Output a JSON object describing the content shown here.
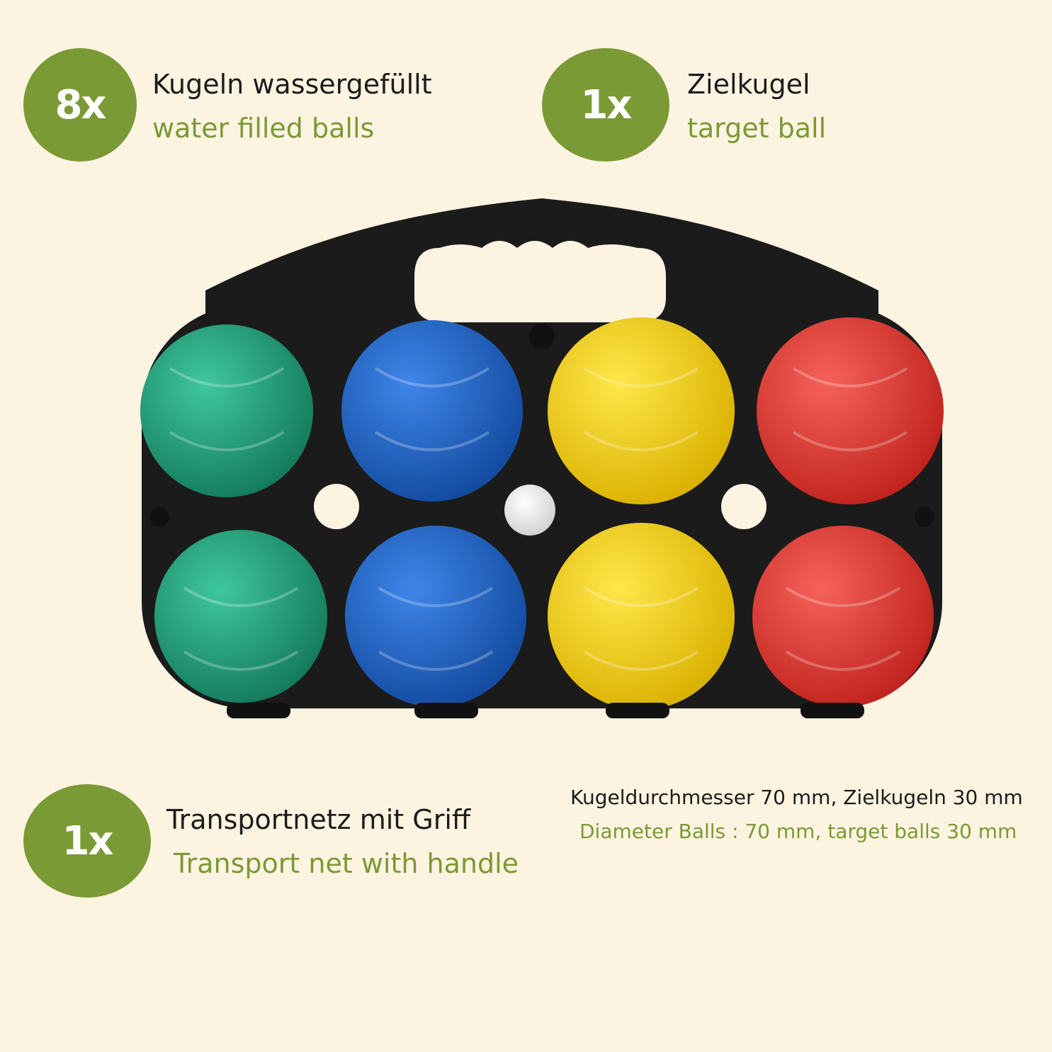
{
  "features": [
    {
      "count": "8x",
      "title_de": "Kugeln wassergefüllt",
      "title_en": "water filled balls"
    },
    {
      "count": "1x",
      "title_de": "Zielkugel",
      "title_en": "target ball"
    },
    {
      "count": "1x",
      "title_de": "Transportnetz mit Griff",
      "title_en": "Transport net with handle"
    }
  ],
  "specs": {
    "de": "Kugeldurchmesser 70 mm, Zielkugeln 30 mm",
    "en": "Diameter Balls : 70 mm, target balls 30 mm"
  },
  "colors": {
    "background": "#fdf3e1",
    "accent": "#7a9a35",
    "text": "#1c1c1c",
    "ball_green": "#1f9e78",
    "ball_blue": "#1f5fc9",
    "ball_yellow": "#f5d21a",
    "ball_red": "#e33a32",
    "carrier": "#1b1b1b"
  },
  "product_image": {
    "subject": "boules-set-in-carrier",
    "balls": [
      "green",
      "blue",
      "yellow",
      "red",
      "green",
      "blue",
      "yellow",
      "red"
    ],
    "target_ball": "white"
  }
}
